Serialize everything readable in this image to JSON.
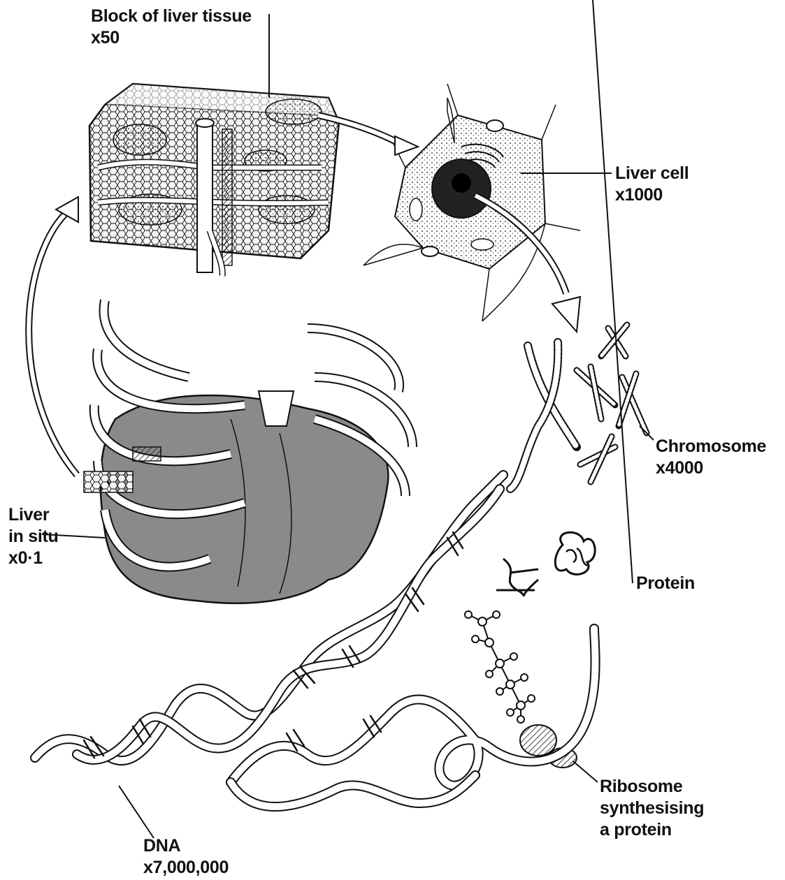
{
  "labels": {
    "tissue": {
      "line1": "Block of liver tissue",
      "line2": "x50"
    },
    "cell": {
      "line1": "Liver cell",
      "line2": "x1000"
    },
    "chromosome": {
      "line1": "Chromosome",
      "line2": "x4000"
    },
    "liver": {
      "line1": "Liver",
      "line2": "in situ",
      "line3": "x0·1"
    },
    "protein": {
      "line1": "Protein"
    },
    "ribosome": {
      "line1": "Ribosome",
      "line2": "synthesising",
      "line3": "a protein"
    },
    "dna": {
      "line1": "DNA",
      "line2": "x7,000,000"
    }
  },
  "colors": {
    "ink": "#111111",
    "liver_shade": "#8a8a8a",
    "stipple": "#d9d9d9"
  }
}
